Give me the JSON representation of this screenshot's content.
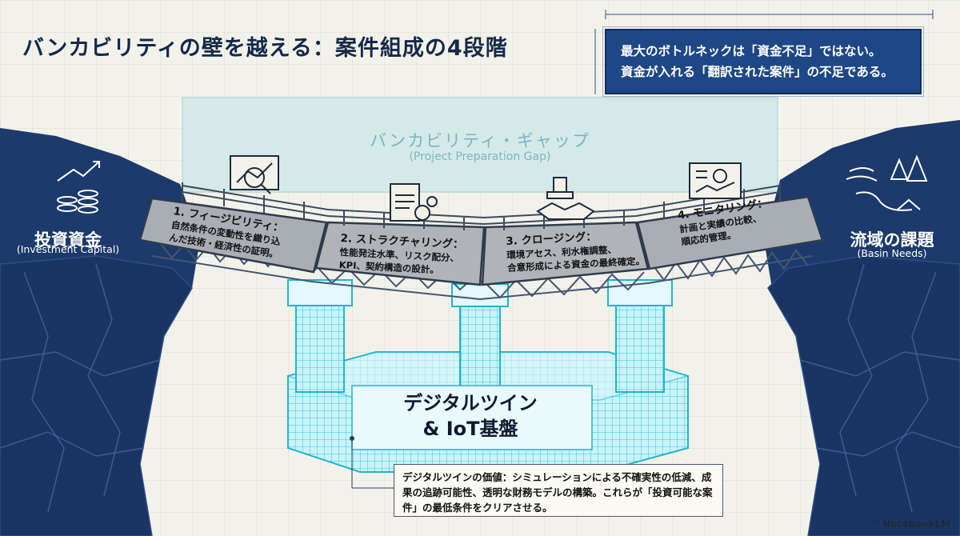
{
  "title": "バンカビリティの壁を越える：案件組成の4段階",
  "callout": {
    "line1": "最大のボトルネックは「資金不足」ではない。",
    "line2": "資金が入れる「翻訳された案件」の不足である。"
  },
  "gap": {
    "title": "バンカビリティ・ギャップ",
    "subtitle": "(Project Preparation Gap)"
  },
  "left_cliff": {
    "title": "投資資金",
    "subtitle": "(Investment Capital)"
  },
  "right_cliff": {
    "title": "流域の課題",
    "subtitle": "(Basin Needs)"
  },
  "stages": [
    {
      "title": "1. フィージビリティ：",
      "line1": "自然条件の変動性を織り込",
      "line2": "んだ技術・経済性の証明。"
    },
    {
      "title": "2. ストラクチャリング：",
      "line1": "性能発注水準、リスク配分、",
      "line2": "KPI、契約構造の設計。"
    },
    {
      "title": "3. クロージング：",
      "line1": "環境アセス、利水権調整、",
      "line2": "合意形成による資金の最終確定。"
    },
    {
      "title": "4. モニタリング：",
      "line1": "計画と実績の比較、",
      "line2": "順応的管理。"
    }
  ],
  "foundation": {
    "line1": "デジタルツイン",
    "line2": "& IoT基盤"
  },
  "note": "デジタルツインの価値：シミュレーションによる不確実性の低減、成果の追跡可能性、透明な財務モデルの構築。これらが「投資可能な案件」の最低条件をクリアさせる。",
  "brand": "NotebookLM",
  "icons": [
    "trend-chart-coins-icon",
    "magnifier-chart-icon",
    "contract-gears-icon",
    "handshake-stamp-icon",
    "dashboard-monitor-icon",
    "wind-forest-river-icon"
  ],
  "colors": {
    "navy": "#13294b",
    "cliff": "#1c3a6b",
    "callout_bg": "#1e4785",
    "cyan": "#3fd6ec",
    "gap": "#d6ebea"
  }
}
